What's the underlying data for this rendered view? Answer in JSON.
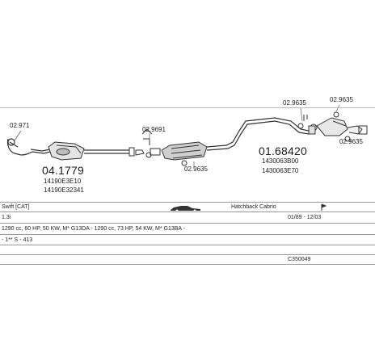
{
  "diagram": {
    "part_numbers": {
      "p1": "04.1779",
      "p2": "01.68420",
      "p3": "14190E3E10",
      "p4": "14190E32341",
      "p5": "1430063B00",
      "p6": "1430063E70"
    },
    "accessory_refs": {
      "a1": "02.971",
      "a2": "02.9691",
      "a3": "02.9635",
      "a4": "02.9635",
      "a5": "02.9635",
      "a6": "02.9635"
    }
  },
  "table": {
    "model": "Swift  [CAT]",
    "body_type": "Hatchback Cabrio",
    "engine": "1.3i",
    "years": "01/89 - 12/03",
    "engine_details": "1290 cc, 60 HP, 50 KW, M* G13DA - 1290 cc, 73 HP, 54 KW, M* G13BA -",
    "chassis": "- 1** S - 413",
    "code": "C350049"
  }
}
